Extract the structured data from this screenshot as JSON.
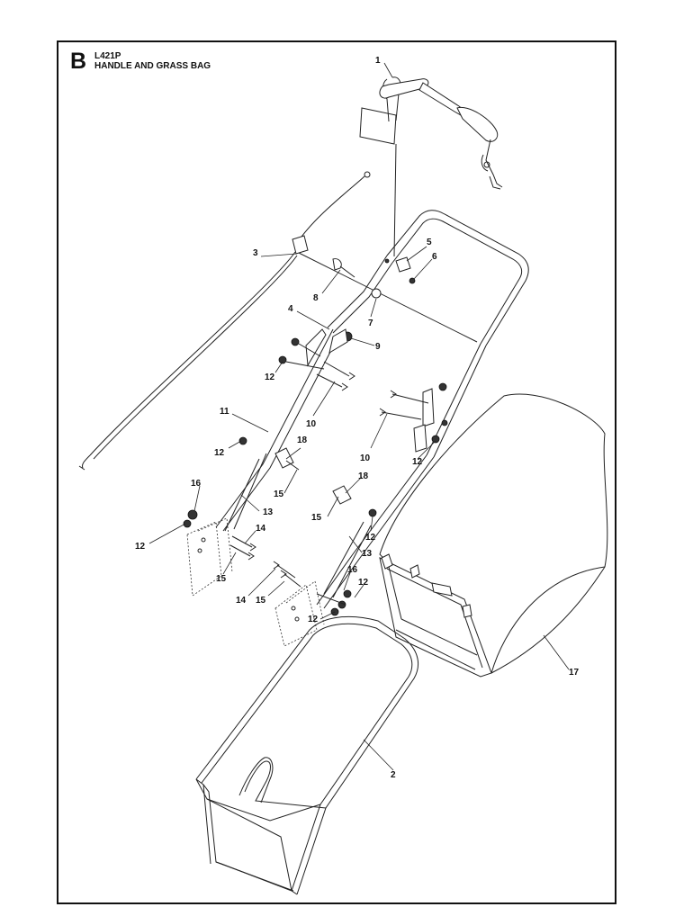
{
  "header": {
    "section_letter": "B",
    "model": "L421P",
    "title": "HANDLE AND GRASS BAG"
  },
  "callouts": [
    {
      "id": "c1",
      "label": "1"
    },
    {
      "id": "c2",
      "label": "2"
    },
    {
      "id": "c3",
      "label": "3"
    },
    {
      "id": "c4",
      "label": "4"
    },
    {
      "id": "c5",
      "label": "5"
    },
    {
      "id": "c6",
      "label": "6"
    },
    {
      "id": "c7",
      "label": "7"
    },
    {
      "id": "c8",
      "label": "8"
    },
    {
      "id": "c9",
      "label": "9"
    },
    {
      "id": "c10a",
      "label": "10"
    },
    {
      "id": "c10b",
      "label": "10"
    },
    {
      "id": "c11",
      "label": "11"
    },
    {
      "id": "c12a",
      "label": "12"
    },
    {
      "id": "c12b",
      "label": "12"
    },
    {
      "id": "c12c",
      "label": "12"
    },
    {
      "id": "c12d",
      "label": "12"
    },
    {
      "id": "c12e",
      "label": "12"
    },
    {
      "id": "c12f",
      "label": "12"
    },
    {
      "id": "c12g",
      "label": "12"
    },
    {
      "id": "c13a",
      "label": "13"
    },
    {
      "id": "c13b",
      "label": "13"
    },
    {
      "id": "c14a",
      "label": "14"
    },
    {
      "id": "c14b",
      "label": "14"
    },
    {
      "id": "c15a",
      "label": "15"
    },
    {
      "id": "c15b",
      "label": "15"
    },
    {
      "id": "c15c",
      "label": "15"
    },
    {
      "id": "c15d",
      "label": "15"
    },
    {
      "id": "c16a",
      "label": "16"
    },
    {
      "id": "c16b",
      "label": "16"
    },
    {
      "id": "c17",
      "label": "17"
    },
    {
      "id": "c18a",
      "label": "18"
    },
    {
      "id": "c18b",
      "label": "18"
    }
  ]
}
